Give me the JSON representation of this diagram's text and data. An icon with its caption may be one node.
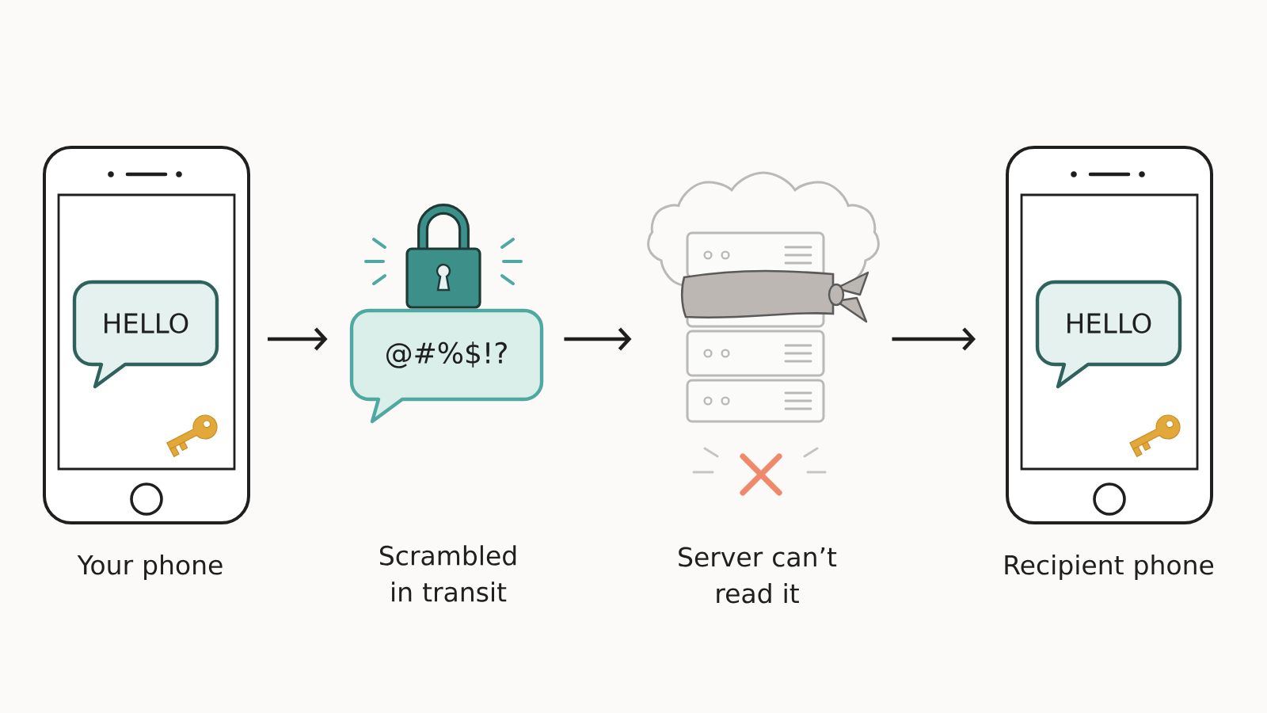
{
  "diagram": {
    "nodes": [
      {
        "text": [],
        "shape": "phone",
        "beside": [
          "Your phone"
        ]
      },
      {
        "text": [
          "HELLO"
        ],
        "in": 0
      },
      {
        "text": [
          "@#%$!?"
        ]
      },
      {
        "text": [],
        "shape": "server"
      },
      {
        "text": [],
        "shape": "phone",
        "beside": [
          "Recipient phone"
        ]
      },
      {
        "text": [
          "HELLO"
        ],
        "in": 4
      }
    ],
    "edges": [
      {
        "from": 0,
        "to": 2,
        "arrow": "to"
      },
      {
        "from": 2,
        "to": 3,
        "arrow": "to"
      },
      {
        "from": 3,
        "to": 4,
        "arrow": "to"
      }
    ],
    "labels": [
      "Scrambled in transit",
      "Server can’t read it"
    ]
  }
}
